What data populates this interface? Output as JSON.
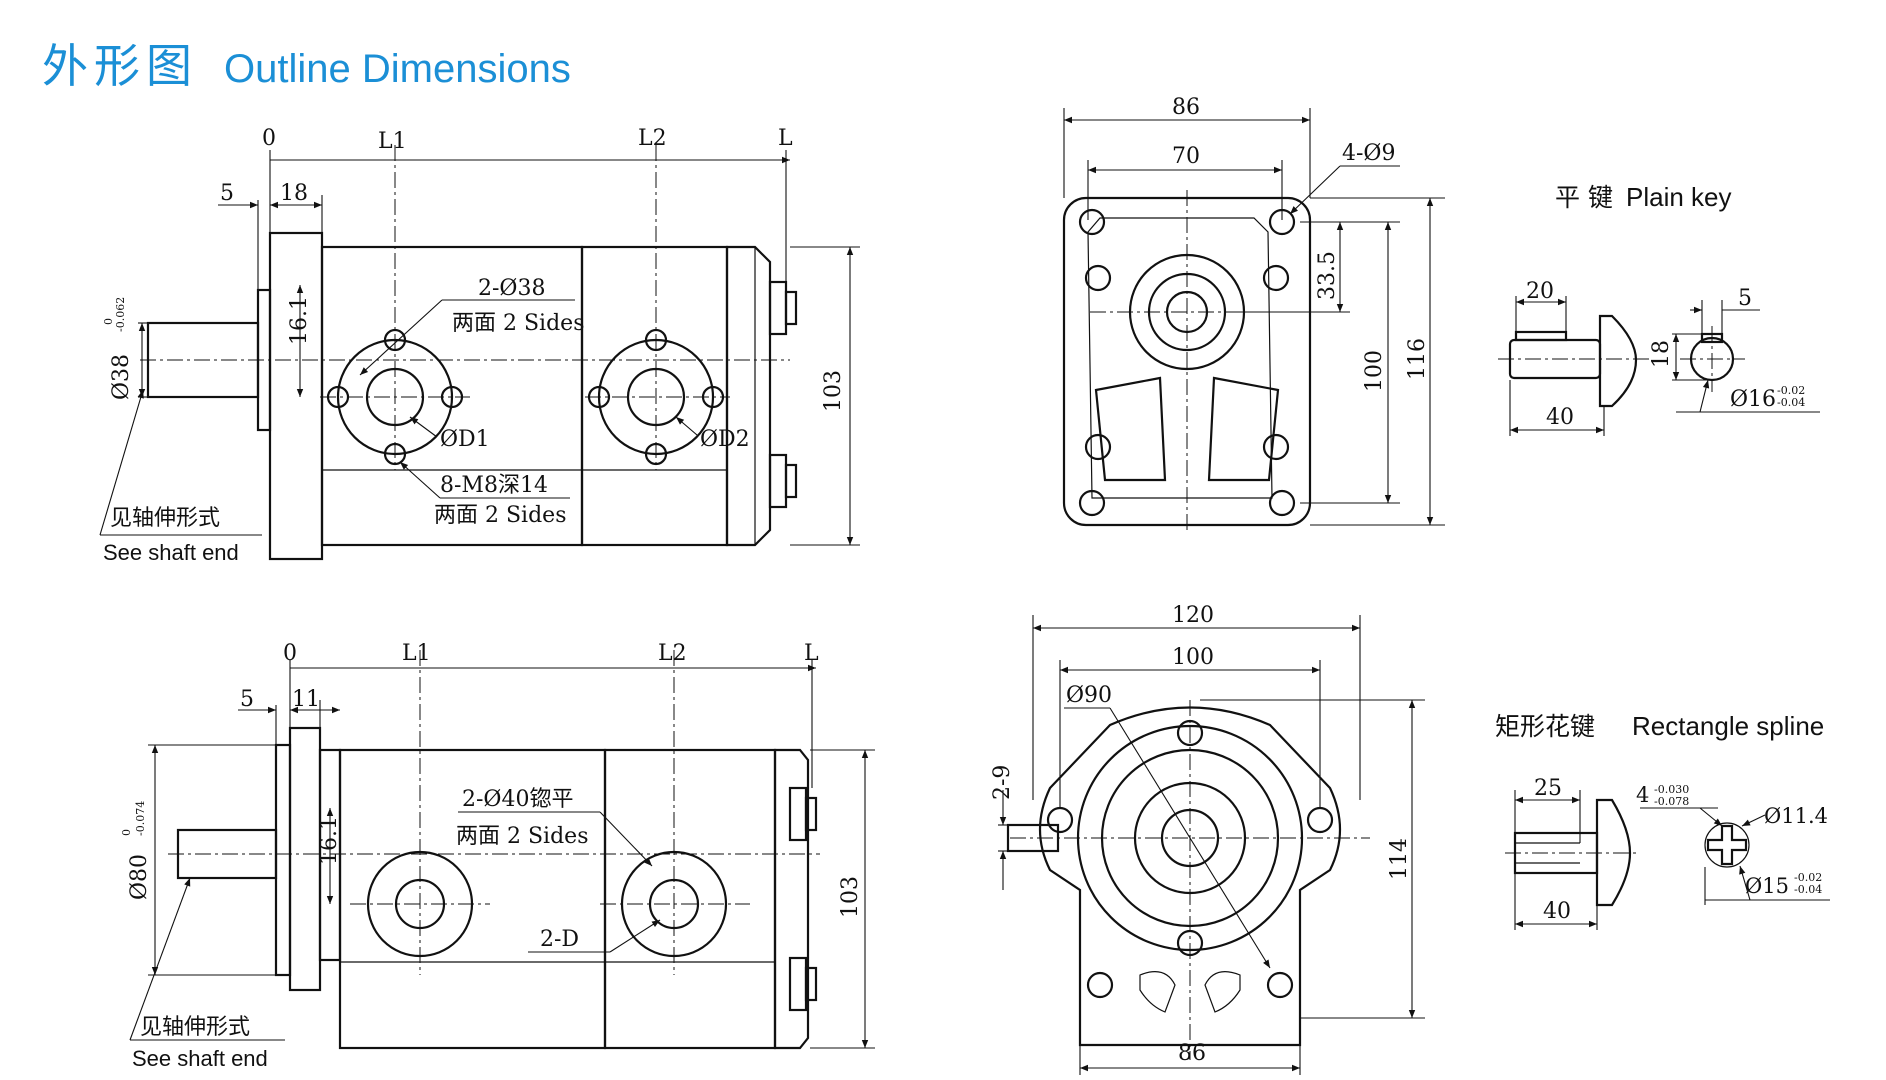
{
  "title": {
    "cn": "外形图",
    "en": "Outline Dimensions"
  },
  "top_side_view": {
    "datums": [
      "0",
      "L1",
      "L2",
      "L"
    ],
    "dim_5": "5",
    "dim_18": "18",
    "dim_16_1": "16.1",
    "shaft_dia": "Ø38",
    "shaft_tol_upper": "0",
    "shaft_tol_lower": "-0.062",
    "height": "103",
    "port_bolt_circle": "2-Ø38",
    "both_sides_1": "两面 2 Sides",
    "port_d1": "ØD1",
    "port_d2": "ØD2",
    "thread_note": "8-M8深14",
    "both_sides_2": "两面 2 Sides",
    "shaft_note_cn": "见轴伸形式",
    "shaft_note_en": "See shaft end"
  },
  "top_front_view": {
    "width_outer": "86",
    "width_inner": "70",
    "holes": "4-Ø9",
    "dim_33_5": "33.5",
    "height_inner": "100",
    "height_outer": "116"
  },
  "plain_key": {
    "title_cn": "平 键",
    "title_en": "Plain key",
    "dim_20": "20",
    "dim_40": "40",
    "dim_5": "5",
    "dim_18": "18",
    "dia": "Ø16",
    "tol_upper": "-0.02",
    "tol_lower": "-0.04"
  },
  "bottom_side_view": {
    "datums": [
      "0",
      "L1",
      "L2",
      "L"
    ],
    "dim_5": "5",
    "dim_11": "11",
    "dim_16_1": "16.1",
    "shaft_dia": "Ø80",
    "shaft_tol_upper": "0",
    "shaft_tol_lower": "-0.074",
    "height": "103",
    "port_note": "2-Ø40锪平",
    "both_sides": "两面 2 Sides",
    "port_d": "2-D",
    "shaft_note_cn": "见轴伸形式",
    "shaft_note_en": "See shaft end"
  },
  "bottom_front_view": {
    "width_120": "120",
    "width_100": "100",
    "pilot": "Ø90",
    "dim_2_9": "2-9",
    "height": "114",
    "width_86": "86"
  },
  "rect_spline": {
    "title_cn": "矩形花键",
    "title_en": "Rectangle spline",
    "dim_25": "25",
    "dim_40": "40",
    "spline_4": "4",
    "spline_tol_upper": "-0.030",
    "spline_tol_lower": "-0.078",
    "dia_11_4": "Ø11.4",
    "dia_15": "Ø15",
    "tol15_upper": "-0.02",
    "tol15_lower": "-0.04"
  }
}
